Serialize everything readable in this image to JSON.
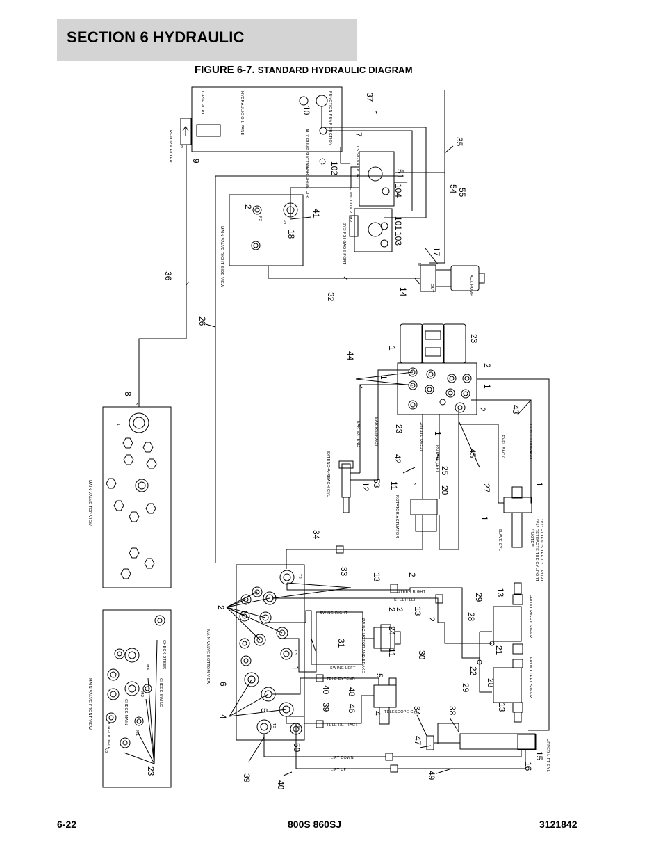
{
  "header": {
    "section_title": "SECTION 6   HYDRAULIC",
    "figure_number": "FIGURE 6-7.",
    "figure_title": "STANDARD HYDRAULIC DIAGRAM"
  },
  "footer": {
    "page": "6-22",
    "model": "800S 860SJ",
    "part_number": "3121842"
  },
  "labels": {
    "oil_pane": "HYDRAULIC OIL PANE",
    "case_port": "CASE PORT",
    "function_pump_suction": "FUNCTION PUMP SUCTION",
    "aux_pump_suction": "AUX PUMP SUCTION",
    "gear_drive": "GEAR DRIVE CIR.",
    "return_filter": "RETURN FILTER",
    "in": "IN",
    "out": "OUT",
    "ls_signal_port": "LS SIGNAL PORT",
    "function_pump": "FUNCTION PUMP",
    "sys_psi_gage_port": "SYS PSI GAGE PORT",
    "aux_pump": "AUX PUMP",
    "mv_right_side": "MAIN VALVE RIGHT SIDE VIEW",
    "mv_top": "MAIN VALVE TOP VIEW",
    "mv_front": "MAIN VALVE FRONT VIEW",
    "mv_bottom": "MAIN VALVE BOTTOM VIEW",
    "check_steer": "CHECK STEER",
    "check_swing": "CHECK SWING",
    "check_main": "CHECK MAIN",
    "check_tele": "CHECK TELE",
    "jib_extend": "EXTEND-A-REACH CYL",
    "ear_extend": "EAR EXTEND",
    "ear_retract": "EAR RETRACT",
    "rotate_right": "ROTATE RIGHT",
    "rotate_left": "ROTATE LEFT",
    "rotator_actuator": "ROTATOR ACTUATOR",
    "level_back": "LEVEL BACK",
    "level_forward": "LEVEL FORWARD",
    "slave_cyl": "SLAVE CYL",
    "note": "**NOTE**",
    "note_v1": "*V1* RETRACTS THE CYL",
    "note_v2": "*V2* EXTENDS THE CYL",
    "port": "PORT",
    "steer_right": "STEER RIGHT",
    "steer_left": "STEER LEFT",
    "swing_right": "SWING RIGHT",
    "swing_left": "SWING LEFT",
    "swing_motor": "SWING MOTOR AND BRAKE",
    "tele_extend": "TELE EXTEND",
    "tele_retract": "TELE RETRACT",
    "telescope_cyl": "TELESCOPE CYL",
    "front_right_steer": "FRONT RIGHT STEER",
    "front_left_steer": "FRONT LEFT STEER",
    "lift_down": "LIFT DOWN",
    "lift_up": "LIFT UP",
    "upper_lift_cyl": "UPPER LIFT CYL",
    "port_t1": "T1",
    "port_t2": "T2",
    "port_t3": "T3",
    "port_p1": "P1",
    "port_p2": "P2",
    "port_ls": "LS",
    "port_m1": "M1",
    "port_m2": "M2",
    "port_m3": "M3",
    "port_m4": "M4",
    "port_v1": "V1",
    "port_v2": "V2",
    "port_pb": "PB"
  },
  "callouts": {
    "c1": "1",
    "c2": "2",
    "c4": "4",
    "c5": "5",
    "c6": "6",
    "c7": "7",
    "c8": "8",
    "c9": "9",
    "c10": "10",
    "c11": "11",
    "c12": "12",
    "c13": "13",
    "c14": "14",
    "c15": "15",
    "c16": "16",
    "c17": "17",
    "c18": "18",
    "c20": "20",
    "c21": "21",
    "c22": "22",
    "c23": "23",
    "c24": "24",
    "c25": "25",
    "c26": "26",
    "c27": "27",
    "c28": "28",
    "c29": "29",
    "c30": "30",
    "c31": "31",
    "c32": "32",
    "c33": "33",
    "c34": "34",
    "c35": "35",
    "c36": "36",
    "c37": "37",
    "c38": "38",
    "c39": "39",
    "c40": "40",
    "c41": "41",
    "c42": "42",
    "c43": "43",
    "c44": "44",
    "c45": "45",
    "c46": "46",
    "c47": "47",
    "c48": "48",
    "c49": "49",
    "c50": "50",
    "c51": "51",
    "c53": "53",
    "c54": "54",
    "c55": "55",
    "c101": "101",
    "c102": "102",
    "c103": "103",
    "c104": "104"
  }
}
